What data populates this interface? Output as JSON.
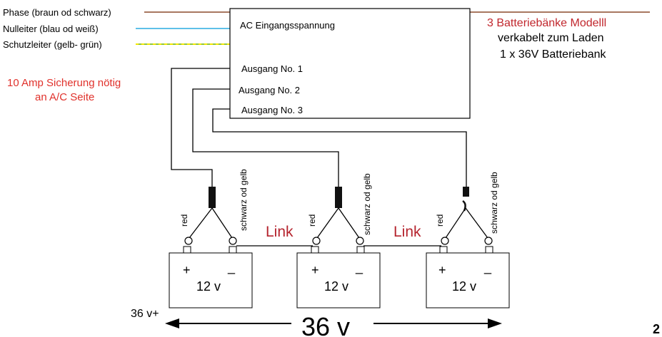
{
  "wires": {
    "phase": "Phase (braun od schwarz)",
    "neutral": "Nulleiter (blau od weiß)",
    "ground": "Schutzleiter (gelb- grün)"
  },
  "charger": {
    "input_label": "AC Eingangsspannung",
    "outputs": [
      "Ausgang No. 1",
      "Ausgang No. 2",
      "Ausgang No. 3"
    ]
  },
  "note_fuse": {
    "line1": "10 Amp Sicherung nötig",
    "line2": "an A/C Seite"
  },
  "title": {
    "line1": "3 Batteriebänke Modelll",
    "line2": "verkabelt zum Laden",
    "line3": "1 x  36V Batteriebank"
  },
  "clip_labels": {
    "red": "red",
    "black": [
      "schwarz od gelb",
      "schwarz od gelb",
      "schwarz od gelb"
    ]
  },
  "link_label": "Link",
  "batteries": {
    "voltage": "12 v",
    "plus": "+",
    "minus": "_"
  },
  "total": {
    "small": "36 v+",
    "big": "36 v"
  },
  "page_number": "2",
  "colors": {
    "phase": "#8B4A2B",
    "neutral": "#29ABE2",
    "ground_green": "#8DC63F",
    "ground_yellow": "#F2E600",
    "red_text": "#E0312B",
    "link_text": "#B5242E",
    "title_red": "#C1272D"
  }
}
